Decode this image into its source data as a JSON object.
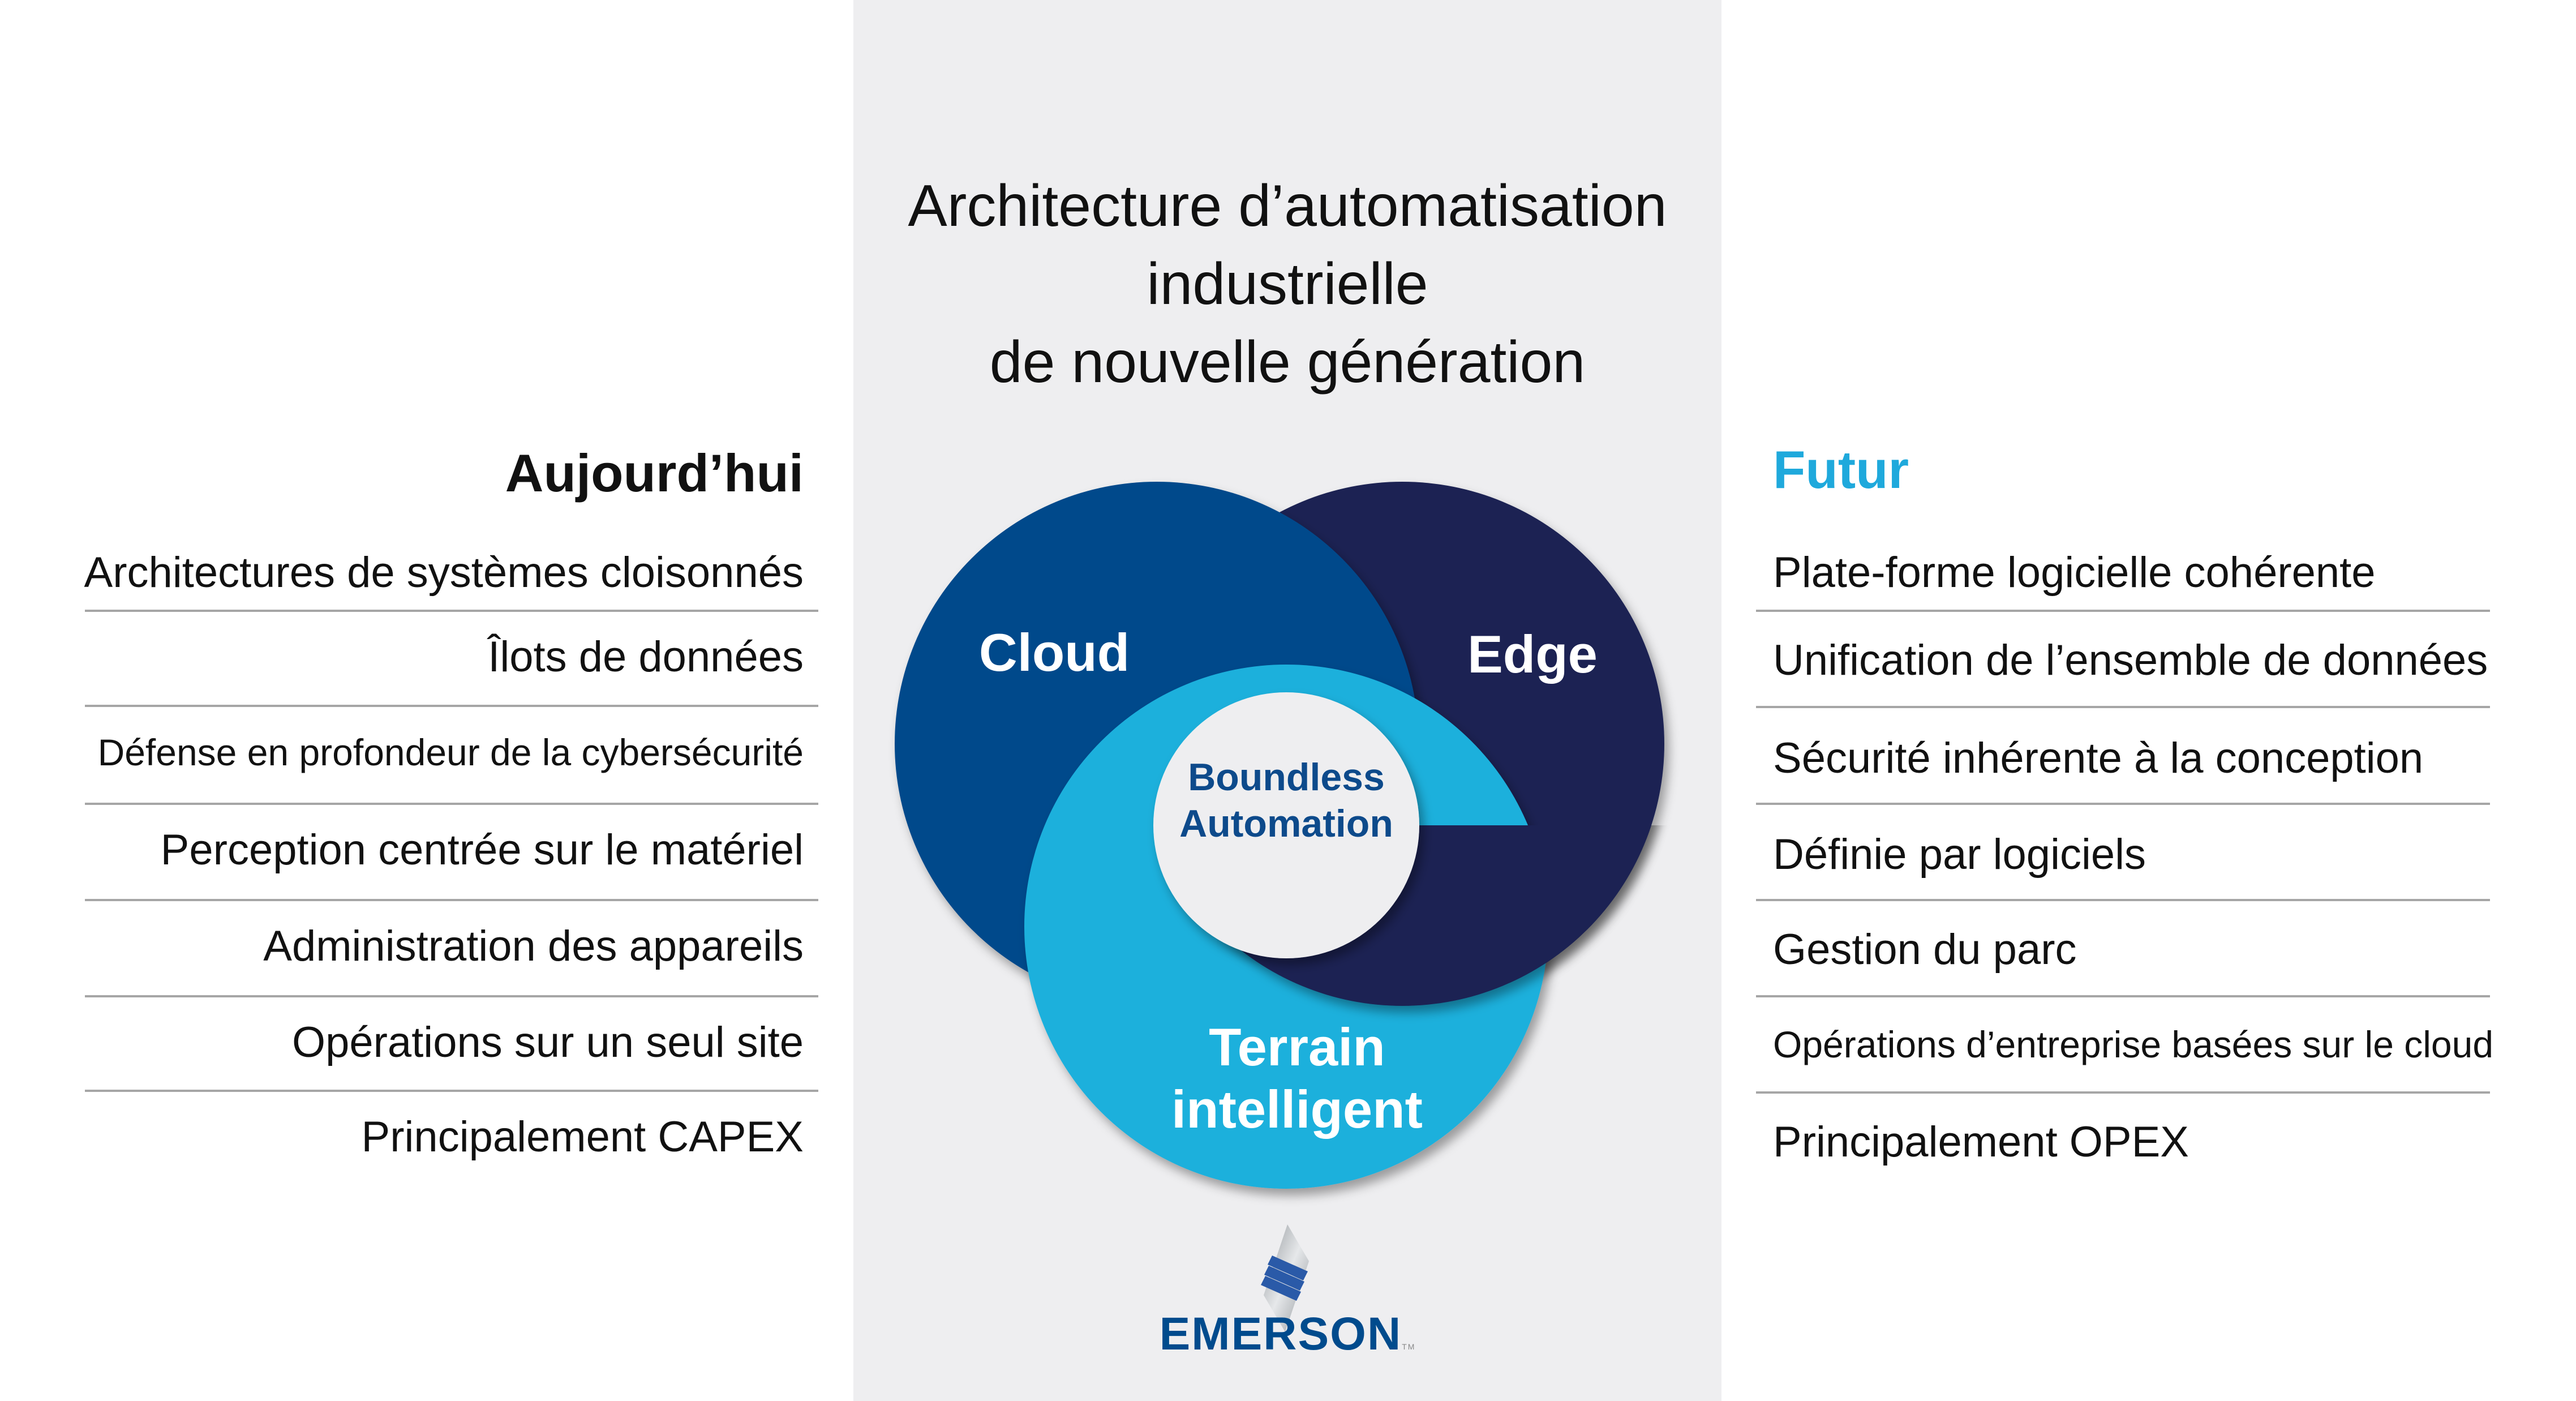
{
  "title": {
    "line1": "Architecture d’automatisation",
    "line2": "industrielle",
    "line3": "de nouvelle génération"
  },
  "today": {
    "heading": "Aujourd’hui",
    "items": [
      "Architectures de systèmes cloisonnés",
      "Îlots de données",
      "Défense en profondeur de la cybersécurité",
      "Perception centrée sur le matériel",
      "Administration des appareils",
      "Opérations sur un seul site",
      "Principalement CAPEX"
    ]
  },
  "future": {
    "heading": "Futur",
    "items": [
      "Plate-forme logicielle cohérente",
      "Unification de l’ensemble de données",
      "Sécurité inhérente à la conception",
      "Définie par logiciels",
      "Gestion du parc",
      "Opérations d’entreprise basées sur le cloud",
      "Principalement OPEX"
    ]
  },
  "diagram": {
    "cloud": "Cloud",
    "edge": "Edge",
    "terrain_line1": "Terrain",
    "terrain_line2": "intelligent",
    "center_line1": "Boundless",
    "center_line2": "Automation"
  },
  "logo": {
    "name": "EMERSON",
    "tm": "TM"
  },
  "colors": {
    "cloud": "#004a8b",
    "edge": "#1b2452",
    "terrain": "#1fb0dc",
    "future_heading": "#1fa9dc",
    "logo": "#004b8d",
    "panel": "#eeeef0"
  }
}
